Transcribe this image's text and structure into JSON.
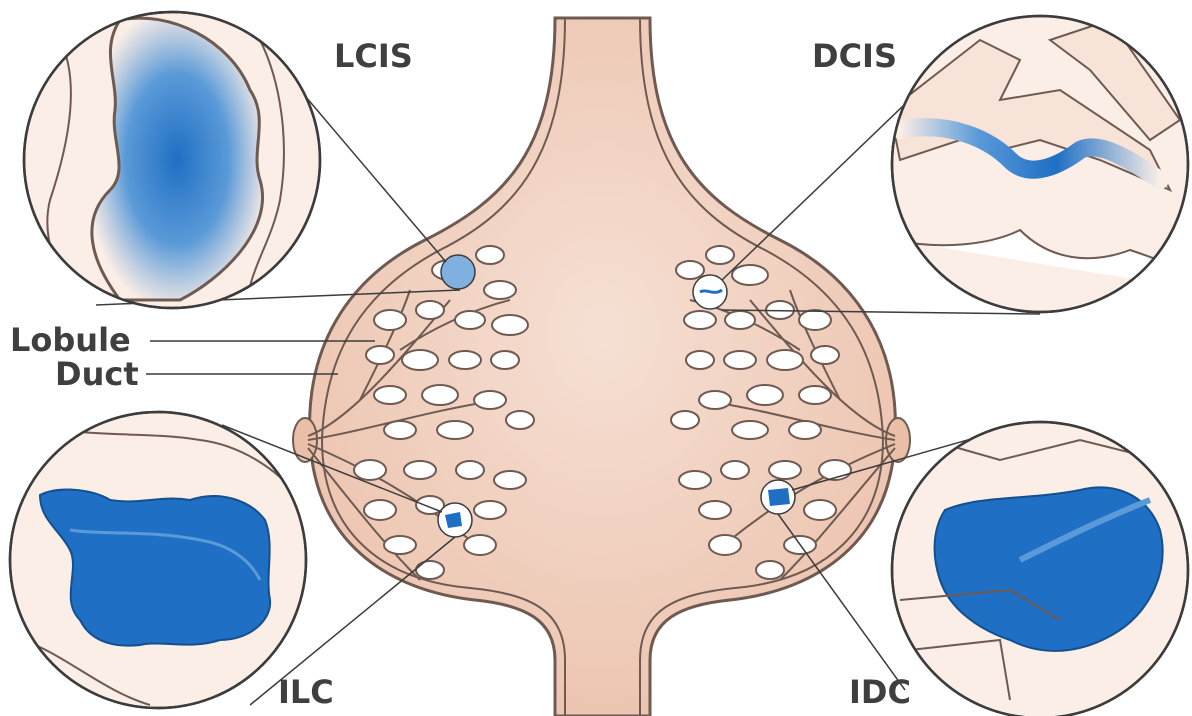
{
  "labels": {
    "lcis": "LCIS",
    "dcis": "DCIS",
    "lobule": "Lobule",
    "duct": "Duct",
    "ilc": "ILC",
    "idc": "IDC"
  },
  "colors": {
    "skin": "#f3d3c3",
    "skin_light": "#fbeee7",
    "outline": "#6f5a52",
    "tumor_blue": "#1f6fc4",
    "tumor_light": "#5a9ad8",
    "lobule_fill": "#ffffff",
    "label_text": "#3f3f3f"
  }
}
